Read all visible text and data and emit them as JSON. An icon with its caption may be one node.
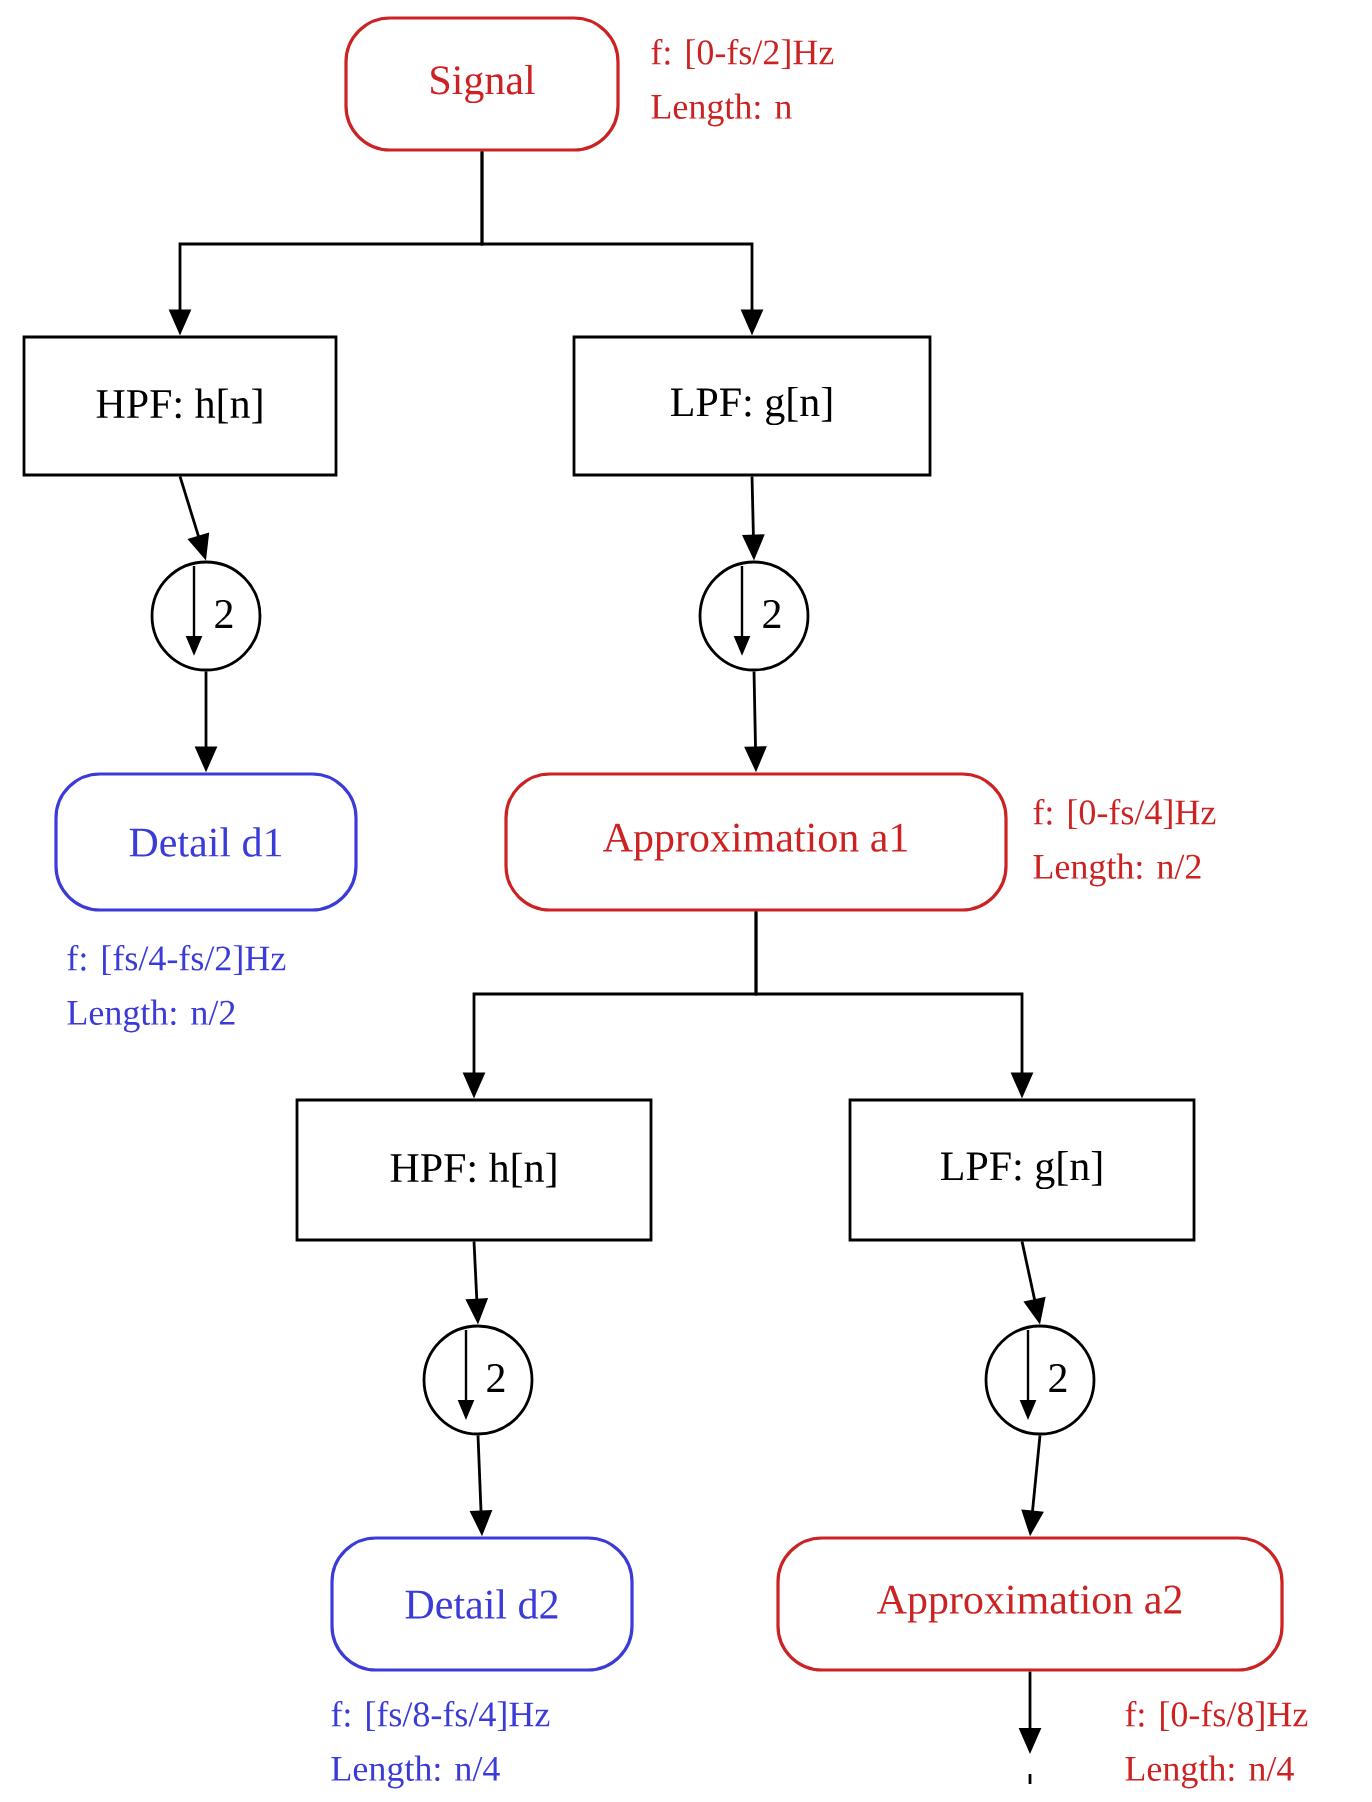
{
  "diagram": {
    "nodes": [
      {
        "text": [
          "Signal"
        ],
        "beside": [
          "f: [0-fs/2]Hz",
          "Length: n"
        ]
      },
      {
        "text": [
          "HPF: h[n]"
        ]
      },
      {
        "text": [
          "LPF: g[n]"
        ]
      },
      {
        "text": [
          "2"
        ]
      },
      {
        "text": [
          "2"
        ]
      },
      {
        "text": [
          "Detail d1"
        ],
        "beside": [
          "f: [fs/4-fs/2]Hz",
          "Length: n/2"
        ]
      },
      {
        "text": [
          "Approximation a1"
        ],
        "beside": [
          "f: [0-fs/4]Hz",
          "Length: n/2"
        ]
      },
      {
        "text": [
          "HPF: h[n]"
        ]
      },
      {
        "text": [
          "LPF: g[n]"
        ]
      },
      {
        "text": [
          "2"
        ]
      },
      {
        "text": [
          "2"
        ]
      },
      {
        "text": [
          "Detail d2"
        ],
        "beside": [
          "f: [fs/8-fs/4]Hz",
          "Length: n/4"
        ]
      },
      {
        "text": [
          "Approximation a2"
        ],
        "beside": [
          "f: [0-fs/8]Hz",
          "Length: n/4"
        ]
      }
    ],
    "edges": [
      {
        "from": 0,
        "to": 1,
        "arrow": "to"
      },
      {
        "from": 0,
        "to": 2,
        "arrow": "to"
      },
      {
        "from": 1,
        "to": 3,
        "arrow": "to"
      },
      {
        "from": 2,
        "to": 4,
        "arrow": "to"
      },
      {
        "from": 3,
        "to": 5,
        "arrow": "to"
      },
      {
        "from": 4,
        "to": 6,
        "arrow": "to"
      },
      {
        "from": 6,
        "to": 7,
        "arrow": "to"
      },
      {
        "from": 6,
        "to": 8,
        "arrow": "to"
      },
      {
        "from": 7,
        "to": 9,
        "arrow": "to"
      },
      {
        "from": 8,
        "to": 10,
        "arrow": "to"
      },
      {
        "from": 9,
        "to": 11,
        "arrow": "to"
      },
      {
        "from": 10,
        "to": 12,
        "arrow": "to"
      },
      {
        "from": 12,
        "to": null,
        "arrow": "to"
      }
    ]
  }
}
